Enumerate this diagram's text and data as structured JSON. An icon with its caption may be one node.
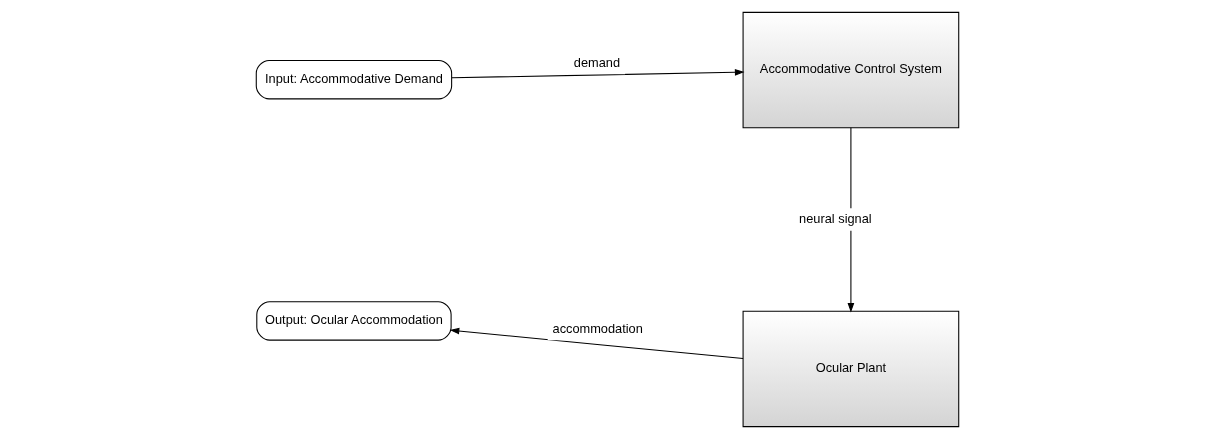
{
  "diagram": {
    "nodes": [
      {
        "text": [
          "Input: Accommodative Demand"
        ]
      },
      {
        "text": [
          "Accommodative Control System"
        ]
      },
      {
        "text": [
          "Ocular Plant"
        ]
      },
      {
        "text": [
          "Output: Ocular Accommodation"
        ]
      }
    ],
    "edges": [
      {
        "from": 0,
        "to": 1,
        "arrow": "to",
        "label": "demand"
      },
      {
        "from": 1,
        "to": 2,
        "arrow": "to",
        "label": "neural signal"
      },
      {
        "from": 2,
        "to": 3,
        "arrow": "to",
        "label": "accommodation"
      }
    ]
  }
}
